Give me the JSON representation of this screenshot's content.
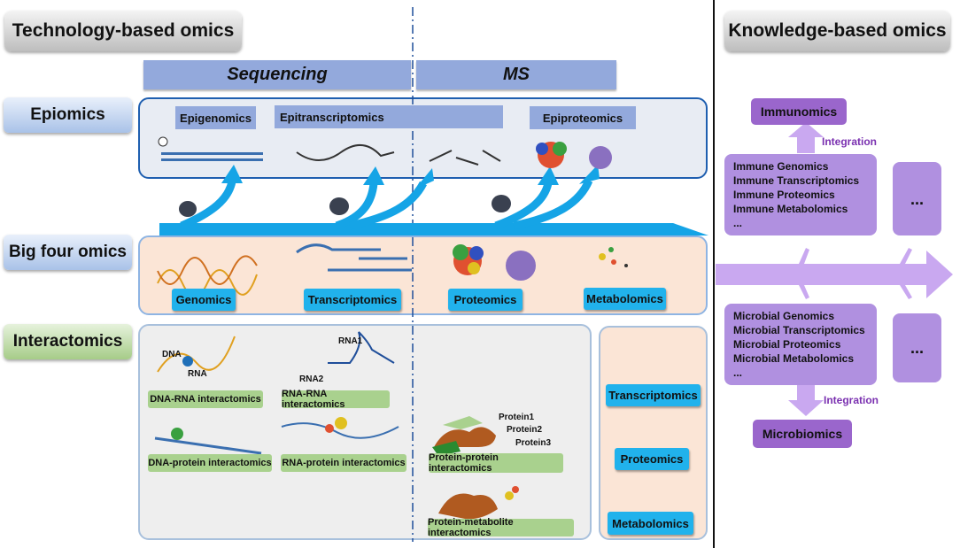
{
  "headers": {
    "technology": "Technology-based omics",
    "knowledge": "Knowledge-based omics"
  },
  "methods": {
    "sequencing": "Sequencing",
    "ms": "MS"
  },
  "categories": {
    "epiomics": "Epiomics",
    "big_four": "Big four omics",
    "interactomics": "Interactomics"
  },
  "epiomics": {
    "epigenomics": "Epigenomics",
    "epitranscriptomics": "Epitranscriptomics",
    "epiproteomics": "Epiproteomics"
  },
  "big_four": {
    "genomics": "Genomics",
    "transcriptomics": "Transcriptomics",
    "proteomics": "Proteomics",
    "metabolomics": "Metabolomics"
  },
  "interactomics": {
    "dna_rna": "DNA-RNA interactomics",
    "rna_rna": "RNA-RNA interactomics",
    "dna_protein": "DNA-protein interactomics",
    "rna_protein": "RNA-protein interactomics",
    "protein_protein": "Protein-protein interactomics",
    "protein_metabolite": "Protein-metabolite interactomics",
    "labels": {
      "dna": "DNA",
      "rna": "RNA",
      "rna1": "RNA1",
      "rna2": "RNA2",
      "protein1": "Protein1",
      "protein2": "Protein2",
      "protein3": "Protein3"
    }
  },
  "side_column": {
    "transcriptomics": "Transcriptomics",
    "proteomics": "Proteomics",
    "metabolomics": "Metabolomics"
  },
  "knowledge": {
    "immunomics": "Immunomics",
    "microbiomics": "Microbiomics",
    "integration_top": "Integration",
    "integration_bottom": "Integration",
    "immune_items": [
      "Immune Genomics",
      "Immune Transcriptomics",
      "Immune Proteomics",
      "Immune Metabolomics",
      "..."
    ],
    "microbial_items": [
      "Microbial Genomics",
      "Microbial Transcriptomics",
      "Microbial Proteomics",
      "Microbial Metabolomics",
      "..."
    ],
    "ellipsis_top": "...",
    "ellipsis_bottom": "..."
  },
  "colors": {
    "cyan_label": "#21b2ec",
    "green_label": "#a9d18e",
    "purple_box": "#b090e0",
    "purple_title": "#9a66cc",
    "blue_label": "#93a9dc",
    "arrow_blue": "#15a4e6"
  }
}
